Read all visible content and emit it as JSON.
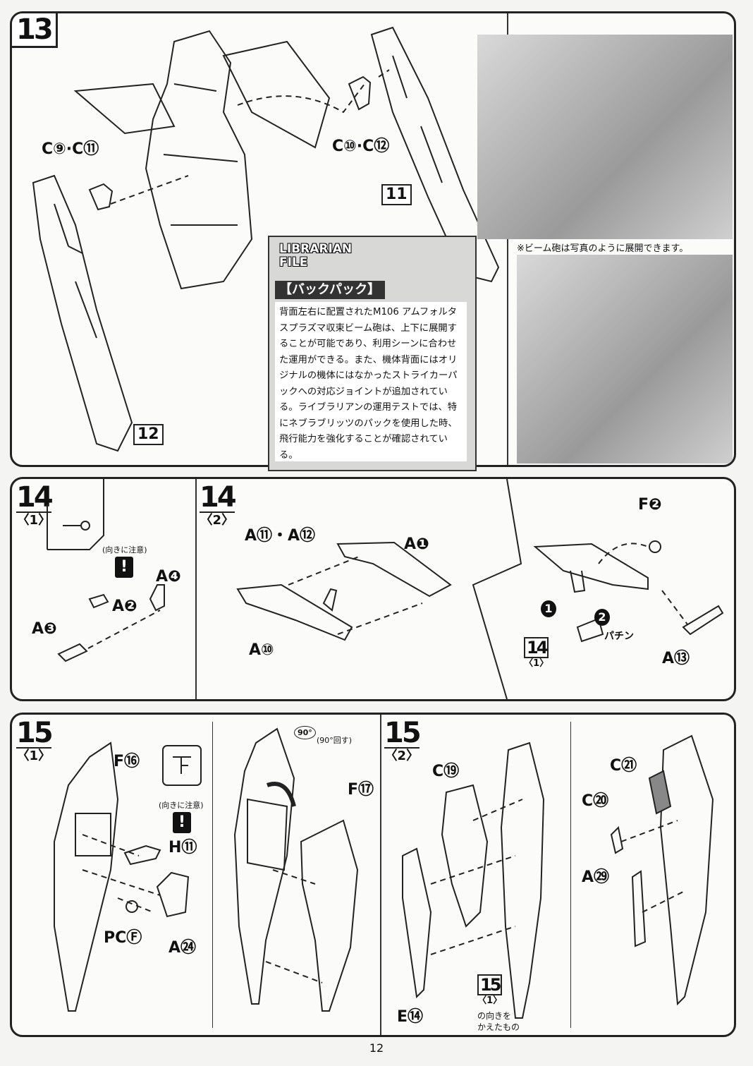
{
  "page": {
    "number": "12"
  },
  "step13": {
    "number": "13",
    "labels": {
      "c9_c11": "C⑨·C⑪",
      "c10_c12": "C⑩·C⑫",
      "box11": "11",
      "box12": "12"
    },
    "librarian": {
      "logo_line1": "LIBRARIAN",
      "logo_line2": "FILE",
      "heading": "【バックパック】",
      "body": "背面左右に配置されたM106 アムフォルタスプラズマ収束ビーム砲は、上下に展開することが可能であり、利用シーンに合わせた運用ができる。また、機体背面にはオリジナルの機体にはなかったストライカーパックへの対応ジョイントが追加されている。ライブラリアンの運用テストでは、特にネブラブリッツのパックを使用した時、飛行能力を強化することが確認されている。"
    },
    "photo_caption": "※ビーム砲は写真のように展開できます。"
  },
  "step14_1": {
    "number": "14",
    "sub": "〈1〉",
    "caution": "(向きに注意)",
    "labels": {
      "a4": "A❹",
      "a2": "A❷",
      "a3": "A❸"
    }
  },
  "step14_2": {
    "number": "14",
    "sub": "〈2〉",
    "labels": {
      "a11_a12": "A⑪・A⑫",
      "a1": "A❶",
      "a10": "A⑩",
      "f2": "F❷",
      "a13": "A⑬",
      "ref_num": "14",
      "ref_sub": "〈1〉",
      "step1": "1",
      "step2": "2",
      "snap": "パチン"
    }
  },
  "step15_1": {
    "number": "15",
    "sub": "〈1〉",
    "caution": "(向きに注意)",
    "rotate": "(90°回す)",
    "rotate_icon": "90°",
    "labels": {
      "f16": "F⑯",
      "f17": "F⑰",
      "h11": "H⑪",
      "pcf": "PCⒻ",
      "a24": "A㉔"
    }
  },
  "step15_2": {
    "number": "15",
    "sub": "〈2〉",
    "labels": {
      "c19": "C⑲",
      "c20": "C⑳",
      "c21": "C㉑",
      "a29": "A㉙",
      "e14": "E⑭",
      "ref_num": "15",
      "ref_sub": "〈1〉",
      "ref_note_1": "の向きを",
      "ref_note_2": "かえたもの"
    }
  }
}
